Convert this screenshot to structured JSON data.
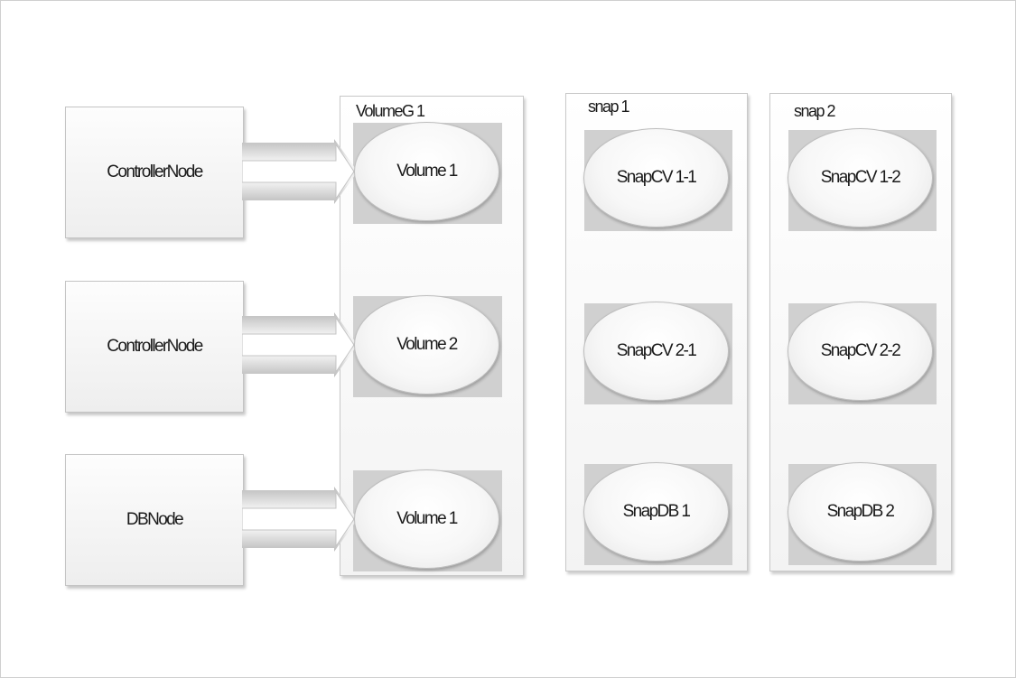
{
  "nodes": [
    {
      "label": "ControllerNode"
    },
    {
      "label": "ControllerNode"
    },
    {
      "label": "DBNode"
    }
  ],
  "groups": [
    {
      "title": "VolumeG  1",
      "items": [
        "Volume  1",
        "Volume  2",
        "Volume  1"
      ]
    },
    {
      "title": "snap  1",
      "items": [
        "SnapCV  1-1",
        "SnapCV  2-1",
        "SnapDB  1"
      ]
    },
    {
      "title": "snap  2",
      "items": [
        "SnapCV  1-2",
        "SnapCV  2-2",
        "SnapDB  2"
      ]
    }
  ]
}
